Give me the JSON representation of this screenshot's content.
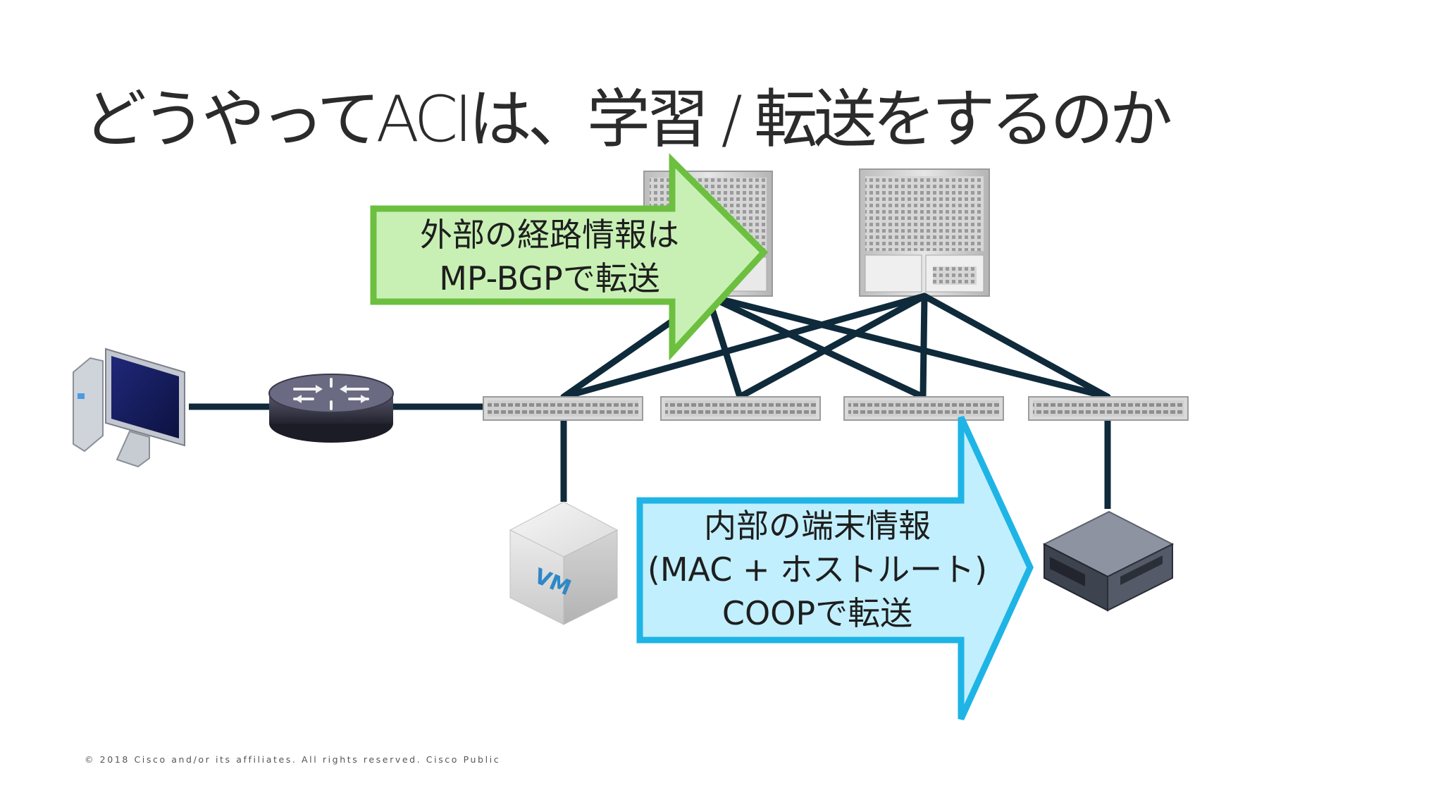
{
  "slide": {
    "title": "どうやってACIは、学習 / 転送をするのか",
    "footer": "© 2018 Cisco and/or its affiliates. All rights reserved.   Cisco Public"
  },
  "callouts": {
    "external": {
      "line1": "外部の経路情報は",
      "line2": "MP-BGPで転送",
      "color": "#6cbf3f",
      "fill": "#c8f0b4"
    },
    "internal": {
      "line1": "内部の端末情報",
      "line2": "(MAC + ホストルート)",
      "line3": "COOPで転送",
      "color": "#1eb4e6",
      "fill": "#c2effd"
    }
  },
  "devices": {
    "vm_label": "VM",
    "link_color": "#0f2a3a"
  },
  "icons": [
    "desktop-pc-icon",
    "router-icon",
    "spine-switch-icon",
    "leaf-switch-icon",
    "vm-cube-icon",
    "server-icon"
  ]
}
